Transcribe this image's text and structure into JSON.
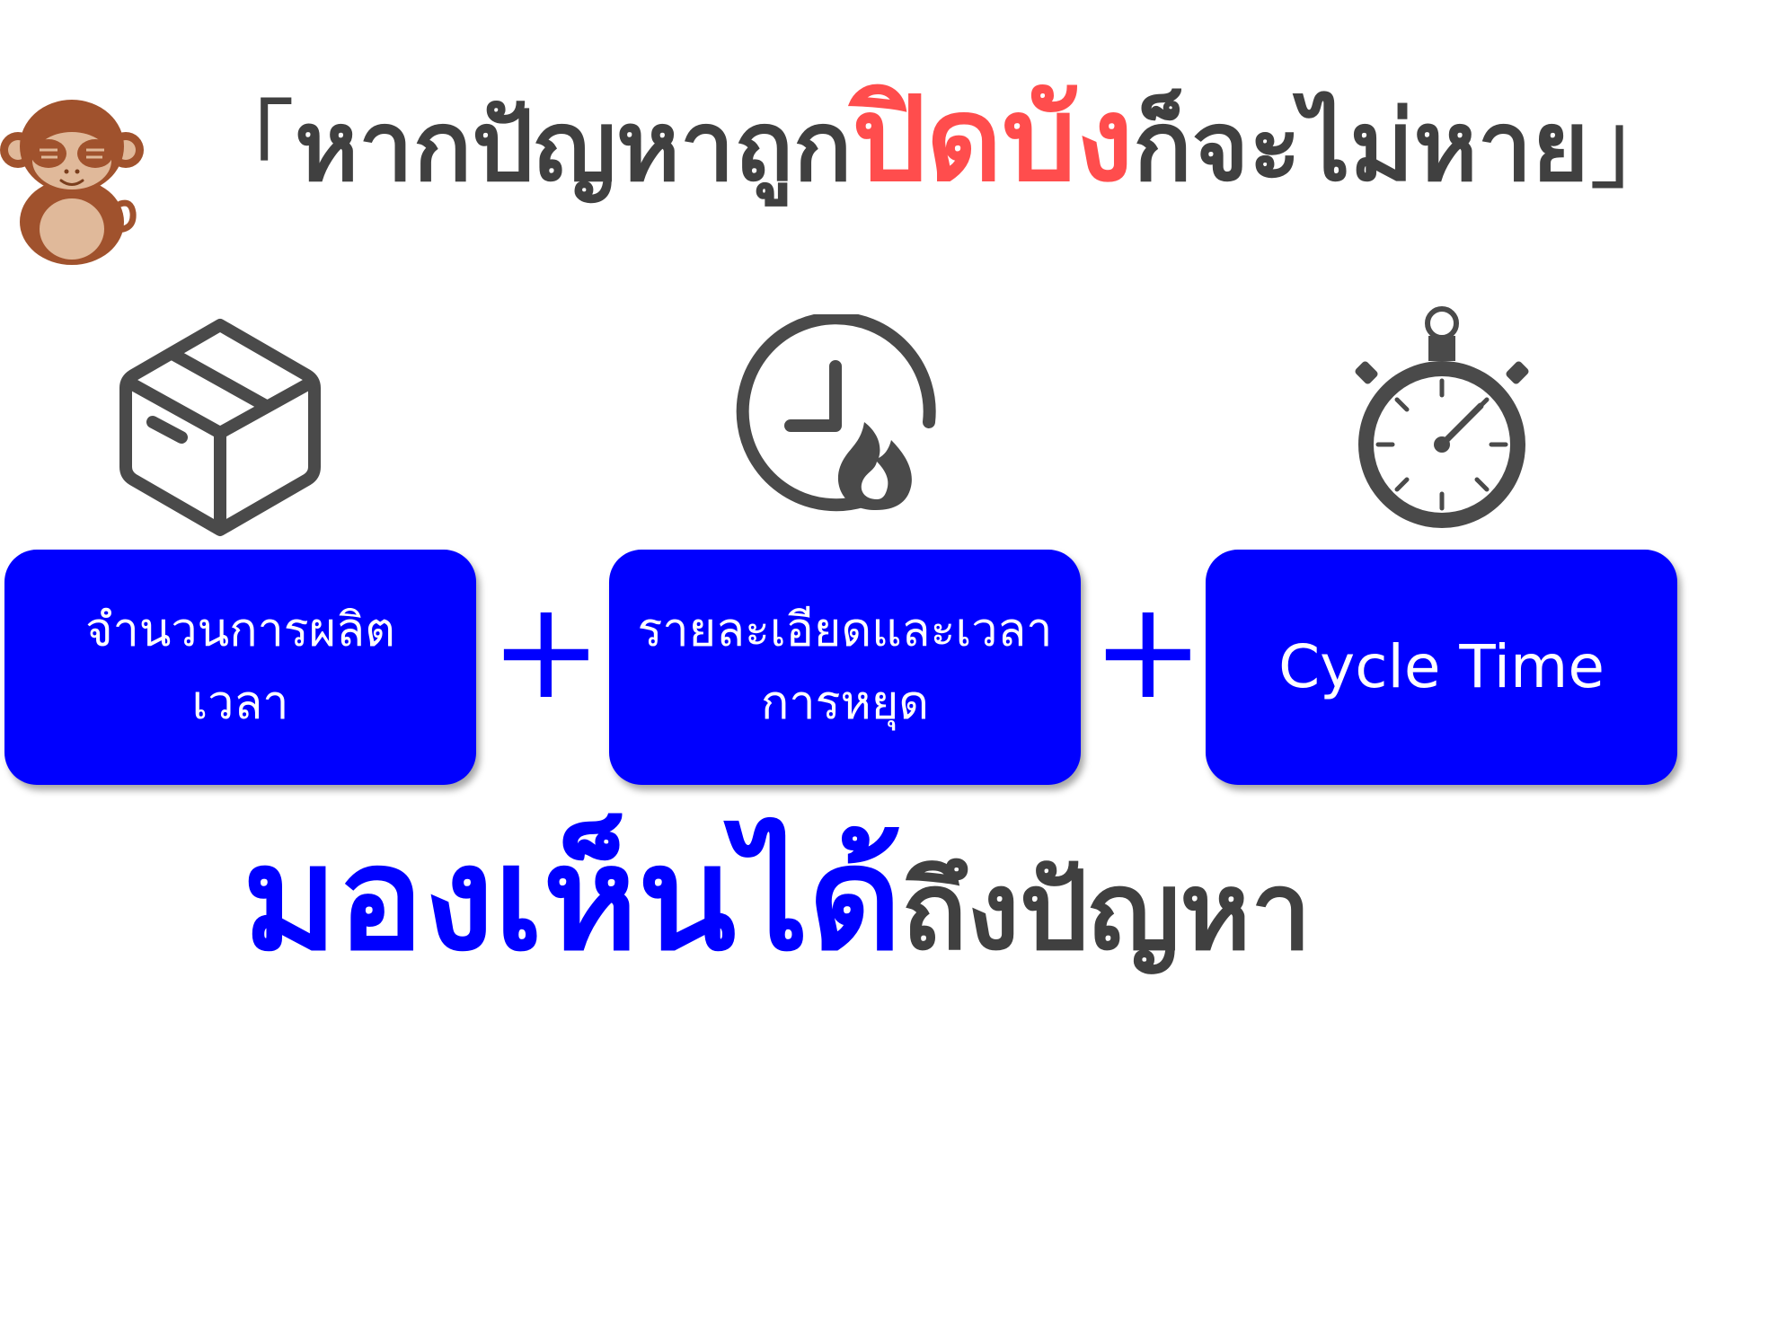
{
  "headline": {
    "open_bracket": "「",
    "part1": "หากปัญหาถูก",
    "highlight": "ปิดบัง",
    "part2": "ก็จะไม่หาย",
    "close_bracket": "」"
  },
  "icons": {
    "mascot": "see-no-evil-monkey-icon",
    "box": "package-box-icon",
    "clock": "clock-fire-icon",
    "timer": "stopwatch-icon"
  },
  "boxes": [
    {
      "line1": "จำนวนการผลิต",
      "line2": "เวลา"
    },
    {
      "line1": "รายละเอียดและเวลา",
      "line2": "การหยุด"
    },
    {
      "line1": "Cycle Time"
    }
  ],
  "operators": {
    "plus": "+"
  },
  "conclusion": {
    "emphasis": "มองเห็นได้",
    "rest": "ถึงปัญหา"
  },
  "colors": {
    "accent_blue": "#0000ff",
    "highlight_red": "#ff4d4d",
    "text_gray": "#404040",
    "icon_gray": "#4a4a4a"
  }
}
